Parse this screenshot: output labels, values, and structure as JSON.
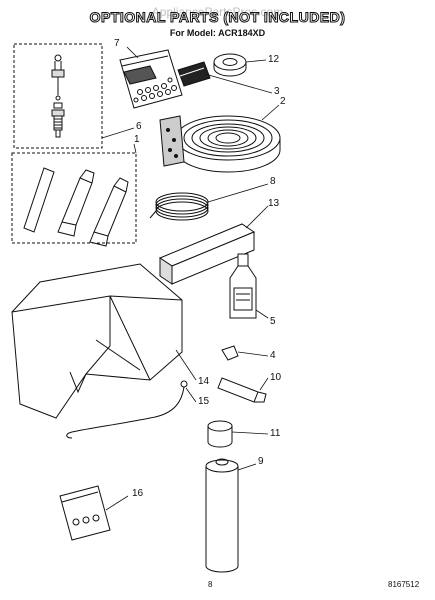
{
  "header": {
    "title": "OPTIONAL PARTS (NOT INCLUDED)",
    "model_line": "For Model: ACR184XD",
    "watermark": "AppliancePartsPros.com"
  },
  "callouts": [
    "7",
    "12",
    "3",
    "2",
    "6",
    "1",
    "8",
    "13",
    "5",
    "4",
    "14",
    "10",
    "15",
    "11",
    "9",
    "16"
  ],
  "footer": {
    "page_number": "8",
    "document_number": "8167512"
  }
}
